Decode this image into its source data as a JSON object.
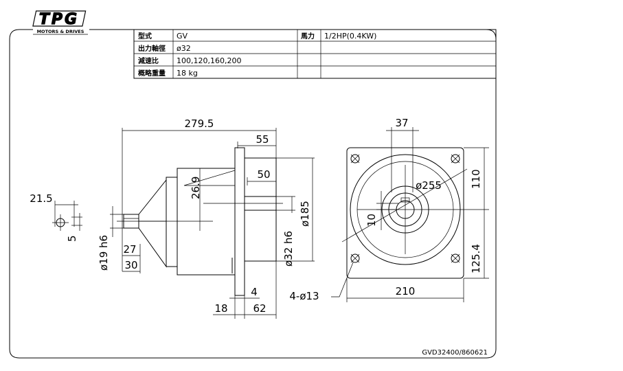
{
  "logo": {
    "text": "TPG",
    "subtitle": "MOTORS & DRIVES"
  },
  "spec_table": {
    "rows": [
      {
        "label": "型式",
        "value": "GV"
      },
      {
        "label": "出力軸徑",
        "value": "ø32"
      },
      {
        "label": "減速比",
        "value": "100,120,160,200"
      },
      {
        "label": "概略重量",
        "value": "18 kg"
      }
    ],
    "power_label": "馬力",
    "power_value": "1/2HP(0.4KW)"
  },
  "dimensions": {
    "overall_length": "279.5",
    "d55": "55",
    "d50": "50",
    "d26_9": "26.9",
    "d185": "ø185",
    "d32h6": "ø32 h6",
    "d21_5": "21.5",
    "d5": "5",
    "d19h6": "ø19 h6",
    "d27": "27",
    "d30": "30",
    "d4": "4",
    "d18": "18",
    "d62": "62",
    "d37": "37",
    "d255": "ø255",
    "d110": "110",
    "d10": "10",
    "d125_4": "125.4",
    "bolt_holes": "4-ø13",
    "d210": "210"
  },
  "drawing_number": "GVD32400/860621"
}
